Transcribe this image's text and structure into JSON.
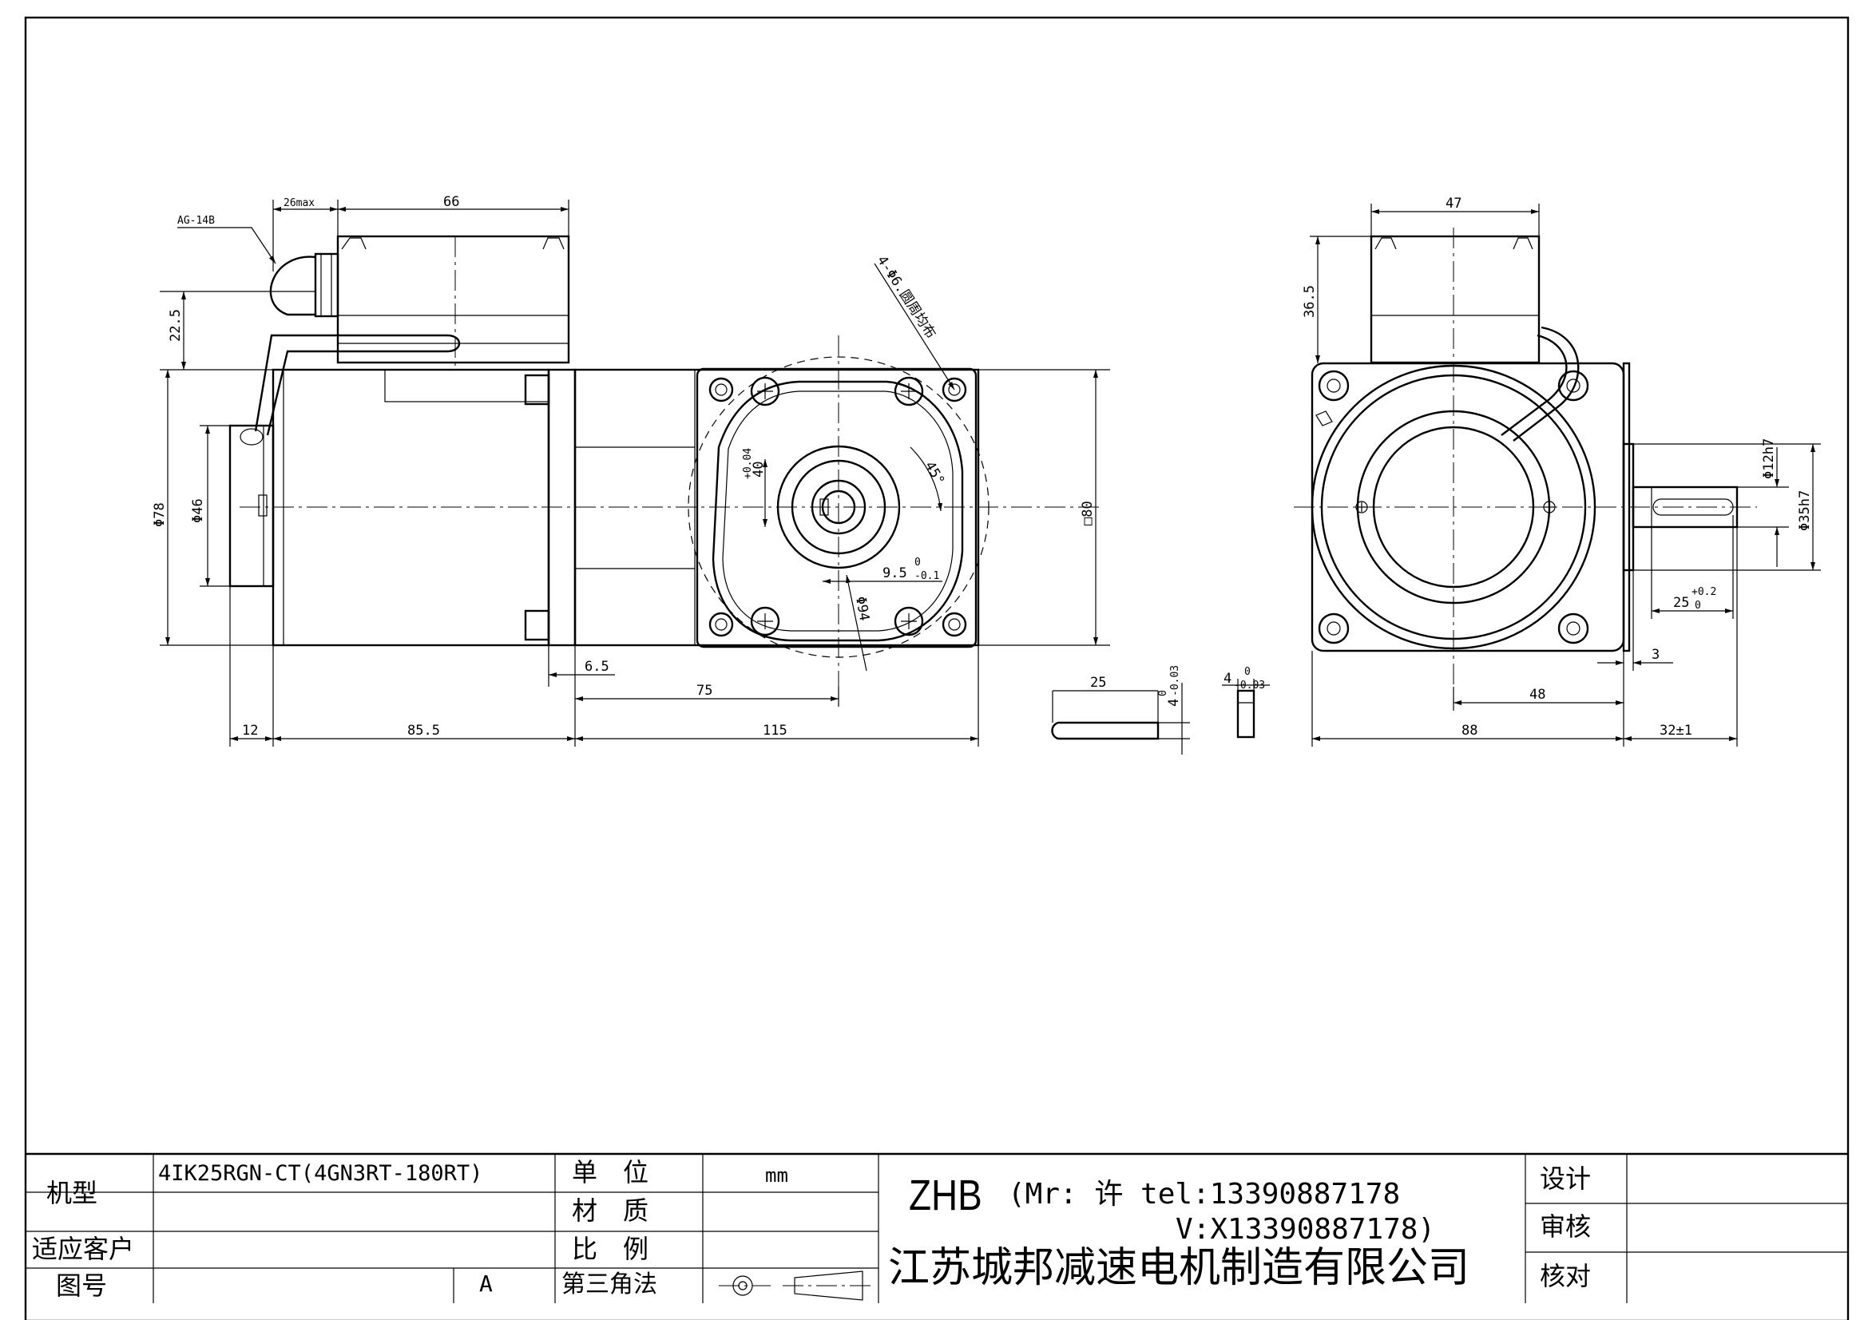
{
  "dims": {
    "ag14b": "AG-14B",
    "d26max": "26max",
    "d66": "66",
    "d22_5": "22.5",
    "phi78": "Φ78",
    "phi46": "Φ46",
    "d12": "12",
    "d85_5": "85.5",
    "d6_5": "6.5",
    "d75": "75",
    "d115": "115",
    "d4phi6": "4-Φ6.圆周均布",
    "d40": "40",
    "d40tol": "+0.04",
    "d45deg": "45°",
    "d9_5": "9.5",
    "d9_5tol_up": "0",
    "d9_5tol_dn": "-0.1",
    "phi94": "Φ94",
    "sq80": "□80",
    "d25key": "25",
    "d4a": "4",
    "d4a_up": "0",
    "d4a_dn": "-0.03",
    "d4b": "4",
    "d4b_up": "0",
    "d4b_dn": "-0.03",
    "d47": "47",
    "d36_5": "36.5",
    "phi12h7": "Φ12h7",
    "phi35h7": "Φ35h7",
    "d25shaft": "25",
    "d25tol_up": "+0.2",
    "d25tol_dn": "0",
    "d3": "3",
    "d48": "48",
    "d88": "88",
    "d32": "32±1"
  },
  "title_block": {
    "model_label": "机型",
    "model_value": "4IK25RGN-CT(4GN3RT-180RT)",
    "client_label": "适应客户",
    "drawing_no_label": "图号",
    "revision": "A",
    "unit_label": "单　位",
    "unit_value": "mm",
    "material_label": "材　质",
    "scale_label": "比　例",
    "projection_label": "第三角法",
    "brand": "ZHB",
    "contact_line1": "(Mr: 许 tel:13390887178",
    "contact_line2": "V:X13390887178)",
    "company": "江苏城邦减速电机制造有限公司",
    "design_label": "设计",
    "review_label": "审核",
    "check_label": "核对"
  }
}
